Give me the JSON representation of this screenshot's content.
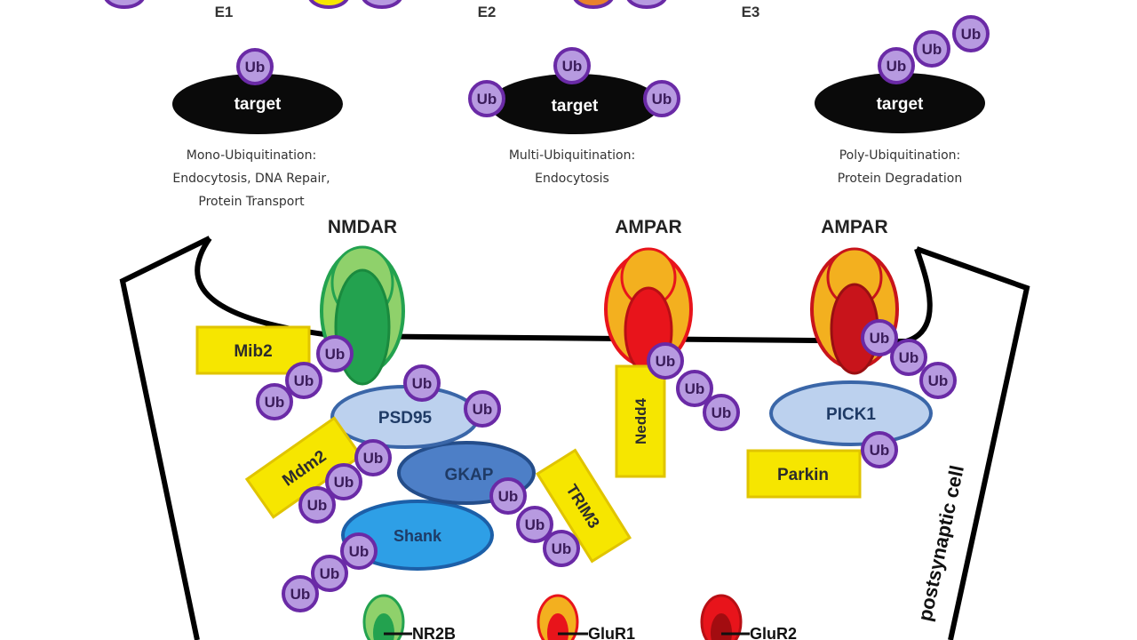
{
  "enzymes": {
    "e1": "E1",
    "e2": "E2",
    "e3": "E3"
  },
  "target_label": "target",
  "ub_label": "Ub",
  "types": [
    {
      "title": "Mono-Ubiquitination:",
      "line1": "Endocytosis, DNA Repair,",
      "line2": "Protein Transport"
    },
    {
      "title": "Multi-Ubiquitination:",
      "line1": "Endocytosis",
      "line2": ""
    },
    {
      "title": "Poly-Ubiquitination:",
      "line1": "Protein Degradation",
      "line2": ""
    }
  ],
  "receptors": {
    "nmdar": "NMDAR",
    "ampar1": "AMPAR",
    "ampar2": "AMPAR"
  },
  "ligases": {
    "mib2": "Mib2",
    "mdm2": "Mdm2",
    "nedd4": "Nedd4",
    "trim3": "TRIM3",
    "parkin": "Parkin"
  },
  "scaffolds": {
    "psd95": "PSD95",
    "gkap": "GKAP",
    "shank": "Shank",
    "pick1": "PICK1"
  },
  "cell_label": "postsynaptic cell",
  "legend": {
    "nr2b": "NR2B",
    "glur1": "GluR1",
    "glur2": "GluR2"
  },
  "colors": {
    "ub_fill": "#b79ae0",
    "ub_stroke": "#6a2aa6",
    "nmdar_light": "#8fd16b",
    "nmdar_dark": "#23a24f",
    "ampar_outer": "#f3b01f",
    "ampar_inner": "#e8141b",
    "ligase_fill": "#f6e600",
    "scaffold_light": "#bcd1ee",
    "scaffold_mid": "#4d7fc7",
    "scaffold_shank": "#2e9fe6"
  }
}
